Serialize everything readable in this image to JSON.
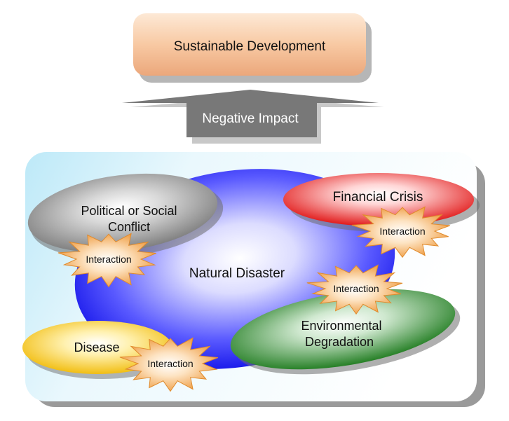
{
  "diagram": {
    "goal": {
      "label": "Sustainable Development"
    },
    "impact": {
      "label": "Negative Impact"
    },
    "center": {
      "label": "Natural Disaster"
    },
    "factors": {
      "political": {
        "line1": "Political or Social",
        "line2": "Conflict"
      },
      "financial": {
        "label": "Financial Crisis"
      },
      "environmental": {
        "line1": "Environmental",
        "line2": "Degradation"
      },
      "disease": {
        "label": "Disease"
      }
    },
    "interaction_label": "Interaction",
    "colors": {
      "goal_box": "#f8c9a3",
      "impact_arrow": "#777777",
      "natural_disaster": "#1a1aff",
      "political": "#8f8f8f",
      "financial": "#e51515",
      "environmental": "#1d7a1d",
      "disease": "#f2c200",
      "interaction_burst": "#f0a24a"
    }
  }
}
